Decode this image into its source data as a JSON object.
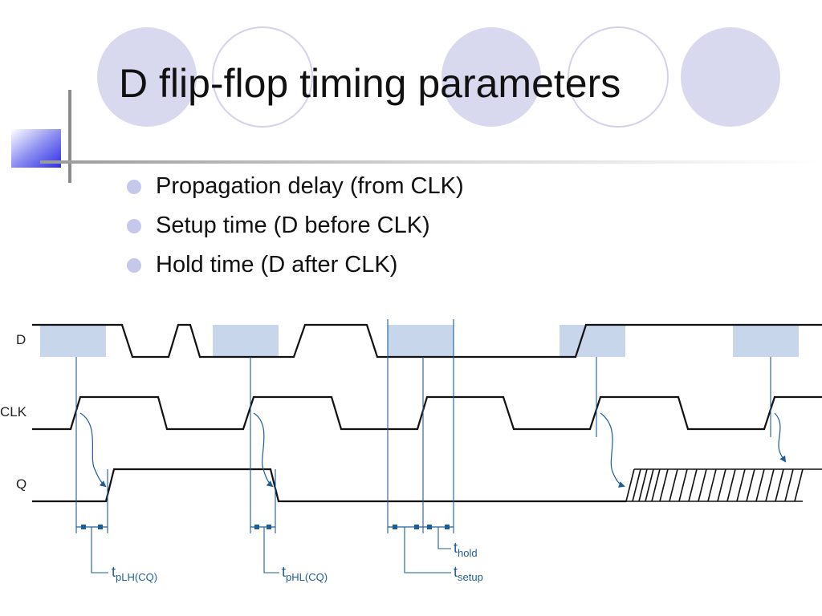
{
  "slide": {
    "title": "D flip-flop timing parameters",
    "bullets": [
      "Propagation delay (from CLK)",
      "Setup time (D before CLK)",
      "Hold time (D after CLK)"
    ]
  },
  "diagram": {
    "signals": [
      "D",
      "CLK",
      "Q"
    ],
    "timing_labels": [
      {
        "t": "t",
        "sub": "pLH(CQ)"
      },
      {
        "t": "t",
        "sub": "pHL(CQ)"
      },
      {
        "t": "t",
        "sub": "hold"
      },
      {
        "t": "t",
        "sub": "setup"
      }
    ],
    "colors": {
      "waveform": "#111111",
      "window_fill": "#c7d6ea",
      "annotation": "#1f5d97",
      "circle_fill": "#d8d8ee",
      "circle_stroke": "#c9c9e8"
    }
  }
}
